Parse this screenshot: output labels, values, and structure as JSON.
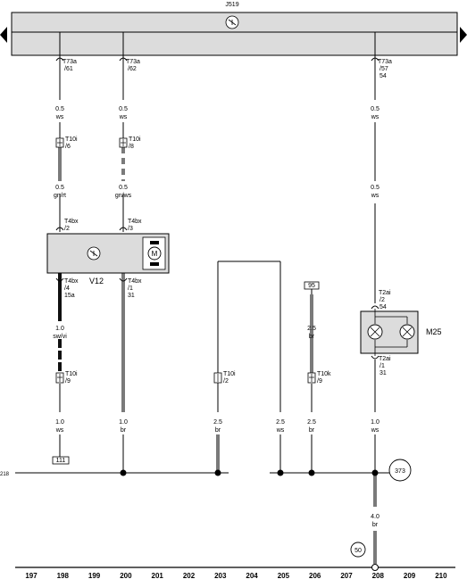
{
  "page_marker": "J519",
  "component_labels": {
    "motor": "V12",
    "bulb_housing": "M25",
    "motor_symbol": "M"
  },
  "connectors": {
    "c198_top": [
      "T73a",
      "/61"
    ],
    "c200_top": [
      "T73a",
      "/62"
    ],
    "c208_top": [
      "T73a",
      "/57",
      "54"
    ],
    "c198_t10i": [
      "T10i",
      "/6"
    ],
    "c200_t10i": [
      "T10i",
      "/8"
    ],
    "c198_t4bx_in": [
      "T4bx",
      "/2"
    ],
    "c200_t4bx_in": [
      "T4bx",
      "/3"
    ],
    "c198_t4bx_out": [
      "T4bx",
      "/4",
      "15a"
    ],
    "c200_t4bx_out": [
      "T4bx",
      "/1",
      "31"
    ],
    "c198_t10i_low": [
      "T10i",
      "/9"
    ],
    "c203_t10i": [
      "T10i",
      "/2"
    ],
    "c206_t10k": [
      "T10k",
      "/9"
    ],
    "c208_t2ai_in": [
      "T2ai",
      "/2",
      "54"
    ],
    "c208_t2ai_out": [
      "T2ai",
      "/1",
      "31"
    ]
  },
  "wire_specs": {
    "w198_a": [
      "0.5",
      "ws"
    ],
    "w200_a": [
      "0.5",
      "ws"
    ],
    "w208_a": [
      "0.5",
      "ws"
    ],
    "w198_b": [
      "0.5",
      "gn/rt"
    ],
    "w200_b": [
      "0.5",
      "gn/ws"
    ],
    "w198_c": [
      "1.0",
      "sw/vi"
    ],
    "w198_d": [
      "1.0",
      "ws"
    ],
    "w200_d": [
      "1.0",
      "br"
    ],
    "w203_d": [
      "2.5",
      "br"
    ],
    "w205_d": [
      "2.5",
      "ws"
    ],
    "w206_c": [
      "2.5",
      "br"
    ],
    "w206_d": [
      "2.5",
      "br"
    ],
    "w208_d": [
      "1.0",
      "ws"
    ],
    "w208_e": [
      "4.0",
      "br"
    ]
  },
  "references": {
    "ref_111": "111",
    "ref_95": "95",
    "ref_218": "218",
    "ref_373": "373",
    "ref_50": "50"
  },
  "track_numbers": [
    "197",
    "198",
    "199",
    "200",
    "201",
    "202",
    "203",
    "204",
    "205",
    "206",
    "207",
    "208",
    "209",
    "210"
  ]
}
